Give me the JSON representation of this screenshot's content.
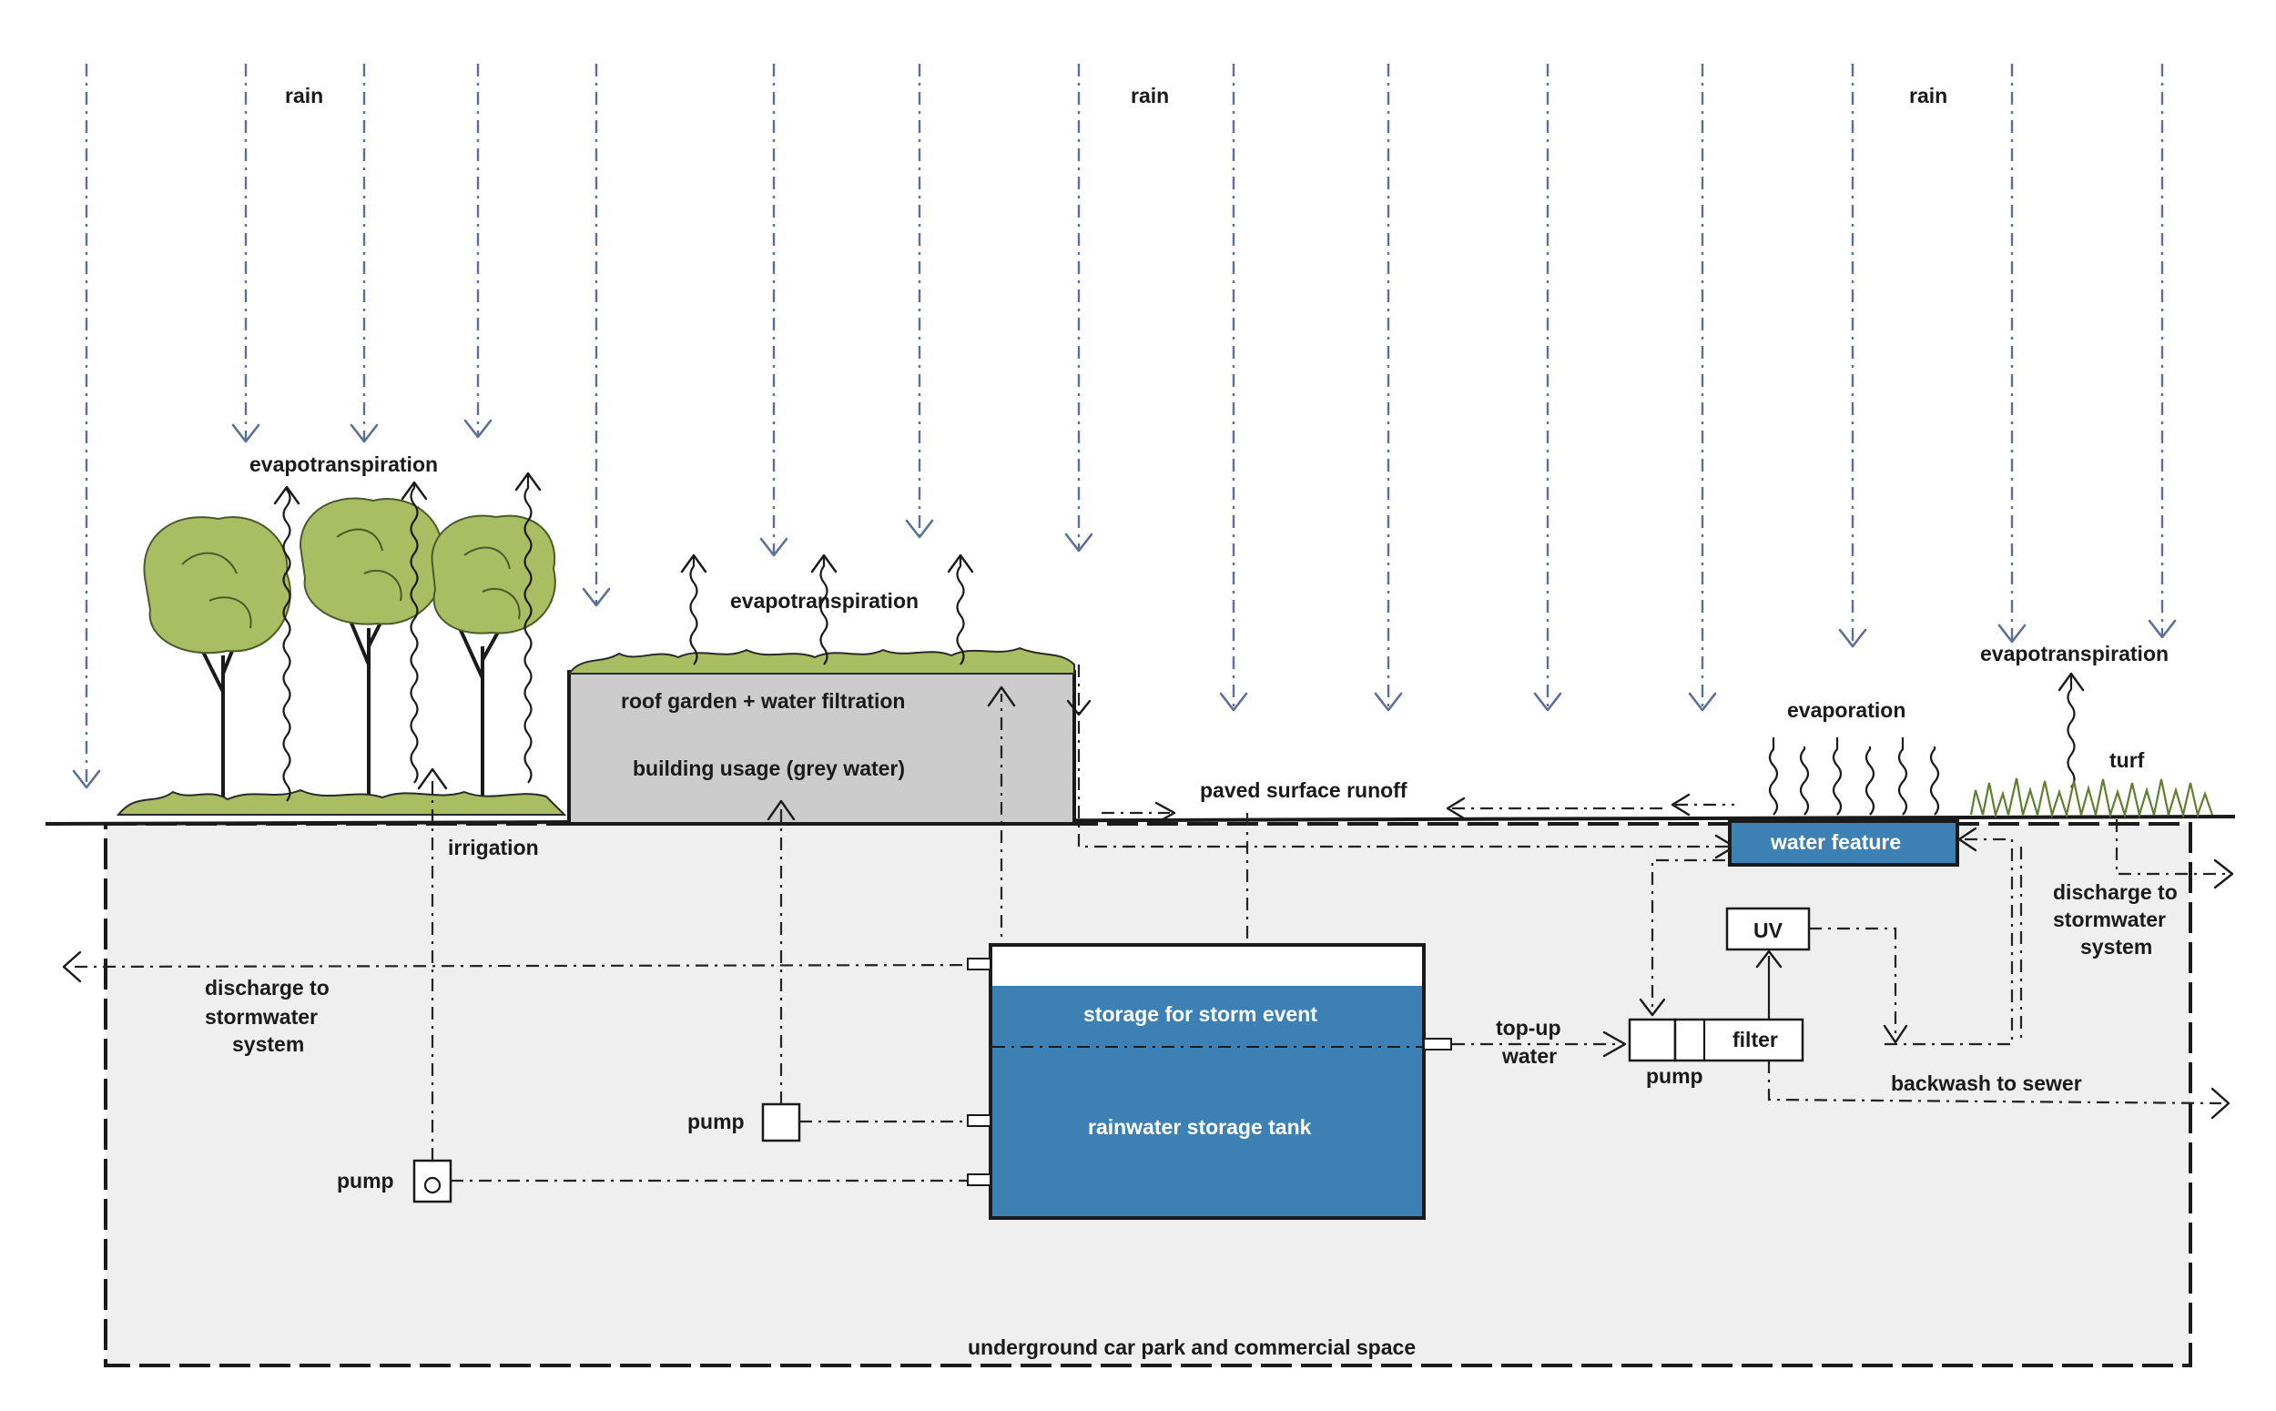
{
  "rain_labels": [
    "rain",
    "rain",
    "rain"
  ],
  "labels": {
    "evapotranspiration_trees": "evapotranspiration",
    "evapotranspiration_roof": "evapotranspiration",
    "evapotranspiration_turf": "evapotranspiration",
    "irrigation": "irrigation",
    "roof_garden": "roof garden + water filtration",
    "building_usage": "building usage (grey water)",
    "paved_runoff": "paved surface runoff",
    "evaporation": "evaporation",
    "turf": "turf",
    "water_feature": "water feature",
    "discharge_left": [
      "discharge to",
      "stormwater",
      "system"
    ],
    "discharge_right": [
      "discharge to",
      "stormwater",
      "system"
    ],
    "storage_storm": "storage for storm event",
    "rainwater_tank": "rainwater storage tank",
    "top_up": [
      "top-up",
      "water"
    ],
    "uv": "UV",
    "filter": "filter",
    "pump_right": "pump",
    "pump_middle": "pump",
    "pump_left": "pump",
    "backwash": "backwash to sewer",
    "underground": "underground car park and commercial space"
  },
  "colors": {
    "rain": "#5b6f98",
    "tank_water": "#3d80b3",
    "water_feature": "#3d80b3",
    "building_fill": "#cccccc",
    "underground_fill": "#efefef",
    "tree_foliage": "#a9bd62",
    "grass": "#8fae52"
  }
}
